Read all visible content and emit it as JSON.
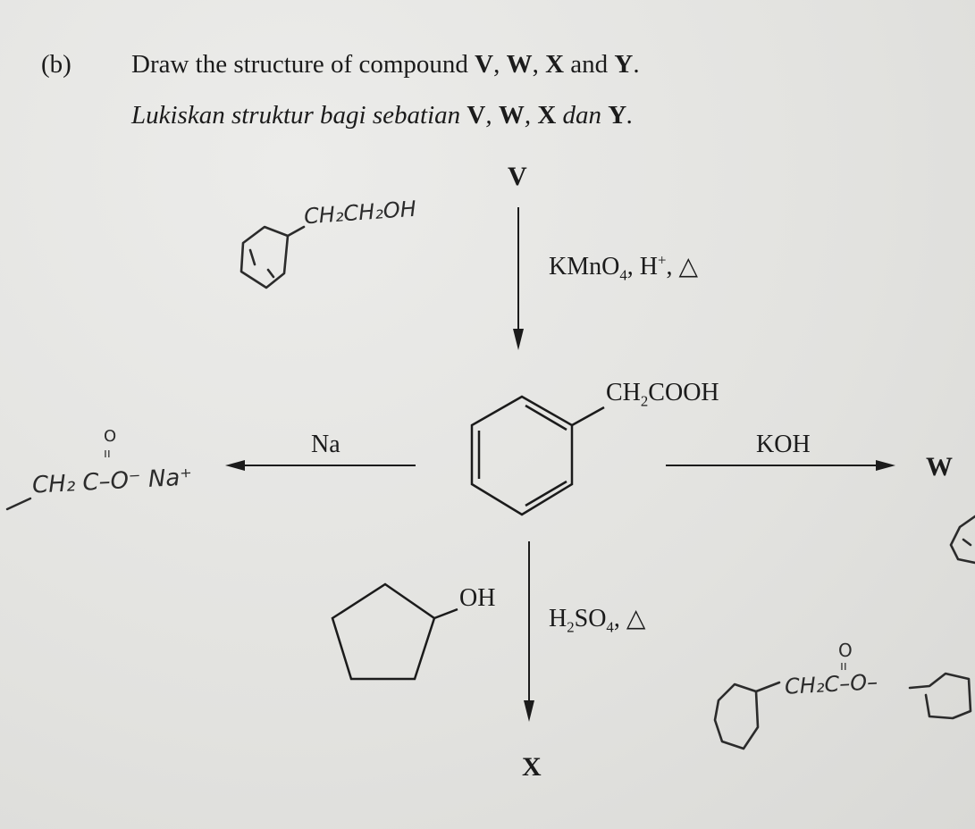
{
  "question": {
    "label": "(b)",
    "english": {
      "prefix": "Draw the structure of compound ",
      "v": "V",
      "sep1": ", ",
      "w": "W",
      "sep2": ", ",
      "x": "X",
      "and": " and ",
      "y": "Y",
      "end": "."
    },
    "malay": {
      "prefix": "Lukiskan struktur bagi sebatian ",
      "v": "V",
      "sep1": ", ",
      "w": "W",
      "sep2": ", ",
      "x": "X",
      "and": " dan ",
      "y": "Y",
      "end": "."
    }
  },
  "scheme": {
    "top_compound": "V",
    "top_reagent": {
      "main": "KMnO",
      "sub": "4",
      "rest": ", H",
      "sup": "+",
      "tail": ", △"
    },
    "center_substituent": {
      "a": "CH",
      "sub": "2",
      "b": "COOH"
    },
    "left_reagent": "Na",
    "right_reagent": "KOH",
    "right_product": "W",
    "bottom_reagent": {
      "main": "H",
      "sub1": "2",
      "mid": "SO",
      "sub2": "4",
      "tail": ", △"
    },
    "bottom_product": "X",
    "cyclopentanol_group": "OH"
  },
  "handwriting": {
    "v_answer": "CH₂CH₂OH",
    "na_answer_o": "O",
    "na_answer_bond": "ıı",
    "na_answer": "CH₂ C–O⁻ Na⁺",
    "x_answer_o": "O",
    "x_answer_bond": "ıı",
    "x_answer": "CH₂C–O–"
  }
}
